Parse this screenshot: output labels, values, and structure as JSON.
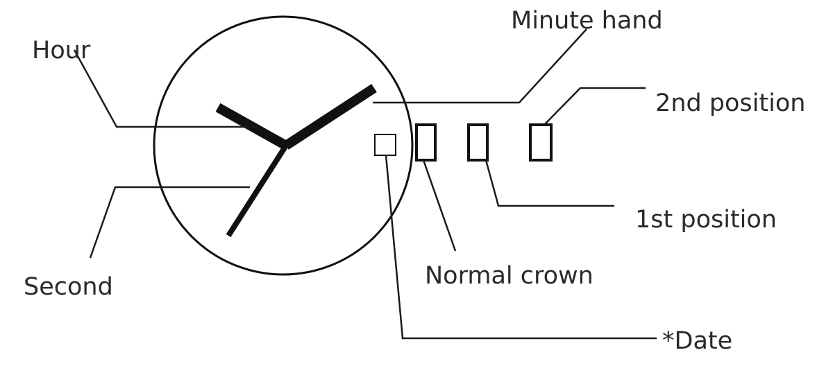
{
  "labels": {
    "hour": "Hour",
    "second": "Second",
    "minute_hand": "Minute hand",
    "second_position": "2nd position",
    "first_position": "1st position",
    "normal_crown": "Normal crown",
    "date": "*Date"
  }
}
